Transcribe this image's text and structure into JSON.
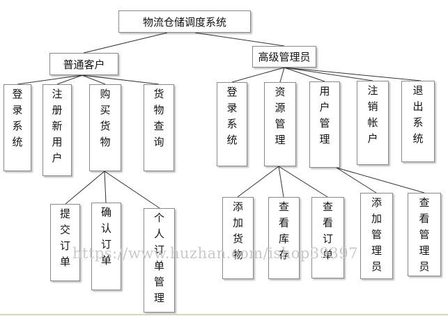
{
  "root": {
    "label": "物流仓储调度系统"
  },
  "customer": {
    "label": "普通客户",
    "children": [
      {
        "label": "登录系统"
      },
      {
        "label": "注册新用户"
      },
      {
        "label": "购买货物"
      },
      {
        "label": "货物查询"
      }
    ],
    "purchase_children": [
      {
        "label": "提交订单"
      },
      {
        "label": "确认订单"
      },
      {
        "label": "个人订单管理"
      }
    ]
  },
  "admin": {
    "label": "高级管理员",
    "children": [
      {
        "label": "登录系统"
      },
      {
        "label": "资源管理"
      },
      {
        "label": "用户管理"
      },
      {
        "label": "注销帐户"
      },
      {
        "label": "退出系统"
      }
    ],
    "resource_children": [
      {
        "label": "添加货物"
      },
      {
        "label": "查看库存"
      },
      {
        "label": "查看订单"
      }
    ],
    "user_children": [
      {
        "label": "添加管理员"
      },
      {
        "label": "查看管理员"
      }
    ]
  },
  "watermark": "https://www.huzhan.com/ishop39397"
}
